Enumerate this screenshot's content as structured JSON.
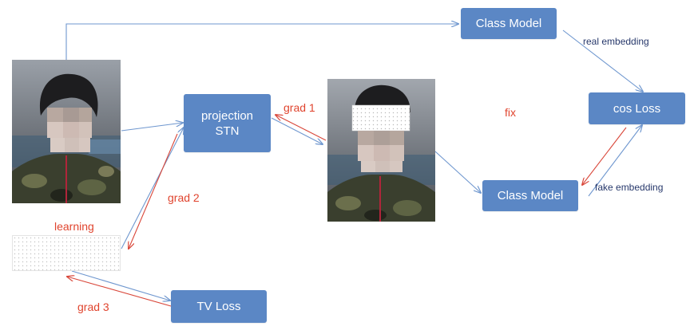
{
  "colors": {
    "box_fill": "#5b87c5",
    "box_text": "#ffffff",
    "arrow_blue": "#6f97cf",
    "arrow_red": "#d9473a",
    "red_label": "#e0442e",
    "navy_label": "#27386b"
  },
  "nodes": {
    "class_model_top": "Class Model",
    "projection_stn": "projection\nSTN",
    "class_model_bottom": "Class Model",
    "cos_loss": "cos Loss",
    "tv_loss": "TV Loss"
  },
  "labels": {
    "real_embedding": "real embedding",
    "fake_embedding": "fake embedding",
    "grad_1": "grad 1",
    "grad_2": "grad 2",
    "grad_3": "grad 3",
    "fix": "fix",
    "learning": "learning"
  },
  "images": {
    "input_photo": "photo of person (face pixelated)",
    "output_photo": "photo of person wearing patch (face pixelated)",
    "patch": "dotted patch"
  }
}
